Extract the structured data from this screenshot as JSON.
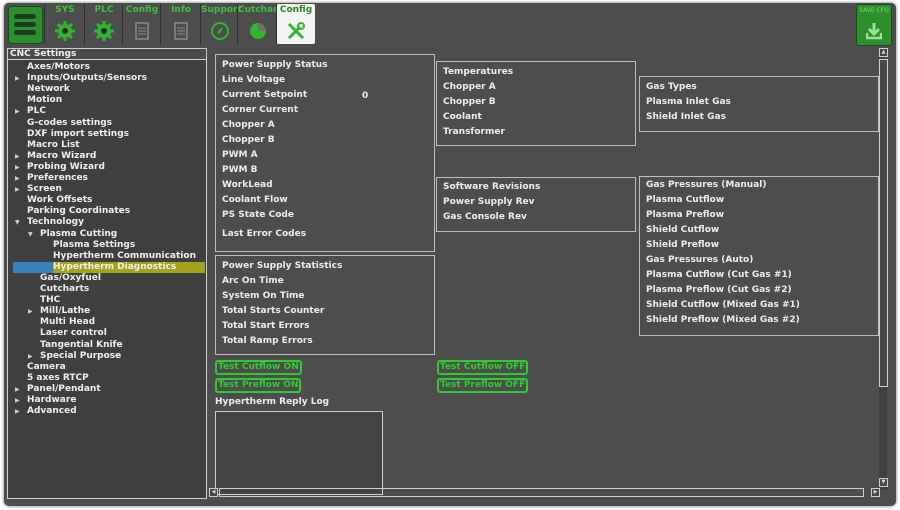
{
  "toolbar": {
    "tabs": [
      {
        "label": "SYS",
        "icon": "gear-icon"
      },
      {
        "label": "PLC",
        "icon": "gear-icon"
      },
      {
        "label": "Config",
        "icon": "config-doc-icon"
      },
      {
        "label": "Info",
        "icon": "info-doc-icon"
      },
      {
        "label": "Support",
        "icon": "compass-icon"
      },
      {
        "label": "Cutchart",
        "icon": "cutchart-icon"
      },
      {
        "label": "Config",
        "icon": "tools-icon",
        "active": true
      }
    ],
    "save_label": "SAVE CFG",
    "accent": "#2ecc2e"
  },
  "tree": {
    "header": "CNC Settings",
    "items": [
      {
        "label": "Axes/Motors",
        "level": 1,
        "arrow": ""
      },
      {
        "label": "Inputs/Outputs/Sensors",
        "level": 1,
        "arrow": "right"
      },
      {
        "label": "Network",
        "level": 1,
        "arrow": ""
      },
      {
        "label": "Motion",
        "level": 1,
        "arrow": ""
      },
      {
        "label": "PLC",
        "level": 1,
        "arrow": "right"
      },
      {
        "label": "G-codes settings",
        "level": 1,
        "arrow": ""
      },
      {
        "label": "DXF import settings",
        "level": 1,
        "arrow": ""
      },
      {
        "label": "Macro List",
        "level": 1,
        "arrow": ""
      },
      {
        "label": "Macro Wizard",
        "level": 1,
        "arrow": "right"
      },
      {
        "label": "Probing Wizard",
        "level": 1,
        "arrow": "right"
      },
      {
        "label": "Preferences",
        "level": 1,
        "arrow": "right"
      },
      {
        "label": "Screen",
        "level": 1,
        "arrow": "right"
      },
      {
        "label": "Work Offsets",
        "level": 1,
        "arrow": ""
      },
      {
        "label": "Parking Coordinates",
        "level": 1,
        "arrow": ""
      },
      {
        "label": "Technology",
        "level": 1,
        "arrow": "down"
      },
      {
        "label": "Plasma Cutting",
        "level": 2,
        "arrow": "down"
      },
      {
        "label": "Plasma Settings",
        "level": 3,
        "arrow": ""
      },
      {
        "label": "Hypertherm Communication",
        "level": 3,
        "arrow": ""
      },
      {
        "label": "Hypertherm Diagnostics",
        "level": 3,
        "arrow": "",
        "selected": true
      },
      {
        "label": "Gas/Oxyfuel",
        "level": 2,
        "arrow": ""
      },
      {
        "label": "Cutcharts",
        "level": 2,
        "arrow": ""
      },
      {
        "label": "THC",
        "level": 2,
        "arrow": ""
      },
      {
        "label": "Mill/Lathe",
        "level": 2,
        "arrow": "right"
      },
      {
        "label": "Multi Head",
        "level": 2,
        "arrow": ""
      },
      {
        "label": "Laser control",
        "level": 2,
        "arrow": ""
      },
      {
        "label": "Tangential Knife",
        "level": 2,
        "arrow": ""
      },
      {
        "label": "Special Purpose",
        "level": 2,
        "arrow": "right"
      },
      {
        "label": "Camera",
        "level": 1,
        "arrow": ""
      },
      {
        "label": "5 axes RTCP",
        "level": 1,
        "arrow": ""
      },
      {
        "label": "Panel/Pendant",
        "level": 1,
        "arrow": "right"
      },
      {
        "label": "Hardware",
        "level": 1,
        "arrow": "right"
      },
      {
        "label": "Advanced",
        "level": 1,
        "arrow": "right"
      }
    ]
  },
  "power_supply_status": {
    "rows": [
      "Power Supply Status",
      "Line Voltage",
      "Current Setpoint",
      "Corner Current",
      "Chopper A",
      "Chopper B",
      "PWM A",
      "PWM B",
      "WorkLead",
      "Coolant Flow",
      "PS State Code",
      "Last Error Codes"
    ],
    "current_setpoint_value": "0"
  },
  "temperatures": {
    "rows": [
      "Temperatures",
      "Chopper A",
      "Chopper B",
      "Coolant",
      "Transformer"
    ]
  },
  "gas_types": {
    "rows": [
      "Gas Types",
      "Plasma Inlet Gas",
      "Shield Inlet Gas"
    ]
  },
  "software_revisions": {
    "rows": [
      "Software Revisions",
      "Power Supply Rev",
      "Gas Console Rev"
    ]
  },
  "gas_pressures": {
    "rows": [
      "Gas Pressures (Manual)",
      "Plasma Cutflow",
      "Plasma Preflow",
      "Shield Cutflow",
      "Shield Preflow",
      "Gas Pressures (Auto)",
      "Plasma Cutflow (Cut Gas #1)",
      "Plasma Preflow (Cut Gas #2)",
      "Shield Cutflow (Mixed Gas #1)",
      "Shield Preflow (Mixed Gas #2)"
    ]
  },
  "power_supply_statistics": {
    "rows": [
      "Power Supply Statistics",
      "Arc On Time",
      "System On Time",
      "Total Starts Counter",
      "Total Start Errors",
      "Total Ramp Errors"
    ]
  },
  "buttons": {
    "test_cutflow_on": "Test Cutflow ON",
    "test_cutflow_off": "Test Cutflow OFF",
    "test_preflow_on": "Test Preflow ON",
    "test_preflow_off": "Test Preflow OFF"
  },
  "reply_log": {
    "label": "Hypertherm Reply Log",
    "content": ""
  }
}
